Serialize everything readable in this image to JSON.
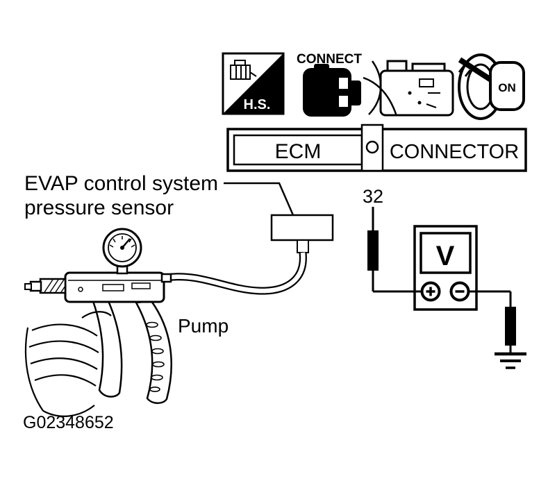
{
  "colors": {
    "ink": "#000000",
    "background": "#ffffff"
  },
  "header_icons": {
    "hs_tool": {
      "label": "H.S.",
      "icon": "hs-tool-icon"
    },
    "connect": {
      "label": "CONNECT",
      "icon": "connector-plug-icon"
    },
    "engine": {
      "icon": "engine-icon"
    },
    "ignition": {
      "label": "ON",
      "icon": "ignition-key-on-icon"
    }
  },
  "ecm_banner": {
    "ecm": "ECM",
    "connector": "CONNECTOR"
  },
  "callouts": {
    "sensor_line1": "EVAP control system",
    "sensor_line2": "pressure sensor",
    "terminal": "32",
    "pump": "Pump"
  },
  "voltmeter": {
    "unit": "V",
    "plus_icon": "plus-terminal",
    "minus_icon": "minus-terminal"
  },
  "ground_icon": "ground-symbol",
  "figure_id": "G02348652"
}
